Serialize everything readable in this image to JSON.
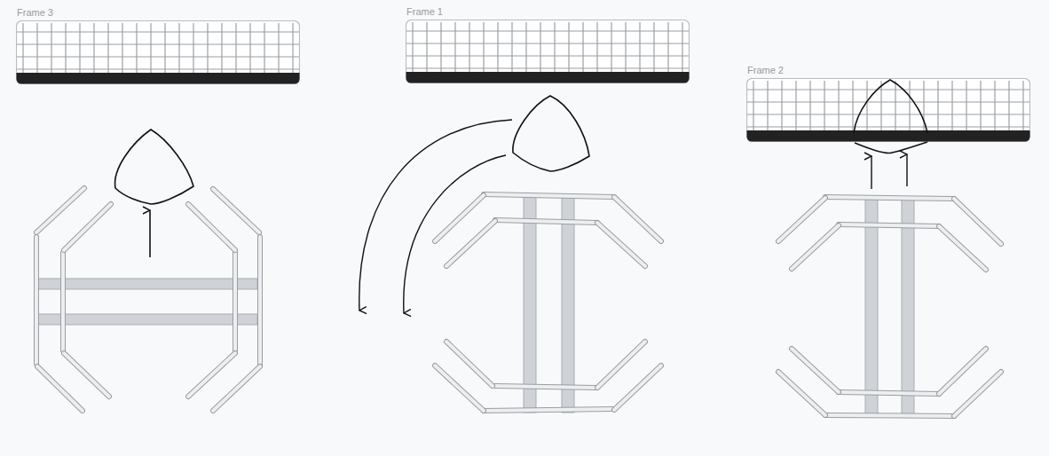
{
  "diagram": {
    "nodes": [
      {
        "text": [
          "Frame 3"
        ]
      },
      {
        "text": [
          "Frame 1"
        ]
      },
      {
        "text": [
          "Frame 2"
        ]
      }
    ]
  }
}
